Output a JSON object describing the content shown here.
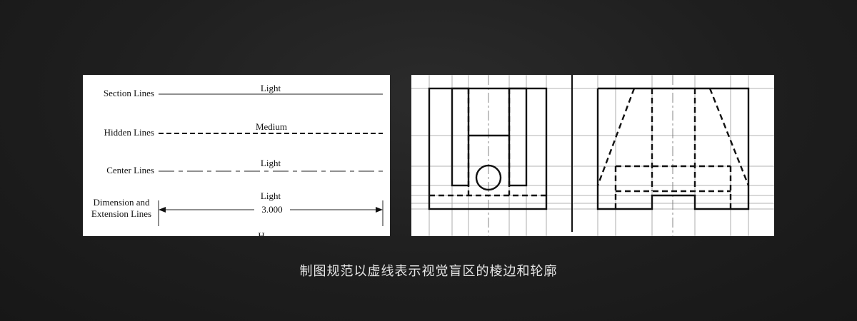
{
  "line_types": [
    {
      "label": "Section Lines",
      "weight": "Light"
    },
    {
      "label": "Hidden Lines",
      "weight": "Medium"
    },
    {
      "label": "Center Lines",
      "weight": "Light"
    },
    {
      "label": "Dimension and Extension Lines",
      "weight": "Light",
      "dimension": "3.000"
    }
  ],
  "cutoff_text": "H",
  "caption": "制图规范以虚线表示视觉盲区的棱边和轮廓"
}
